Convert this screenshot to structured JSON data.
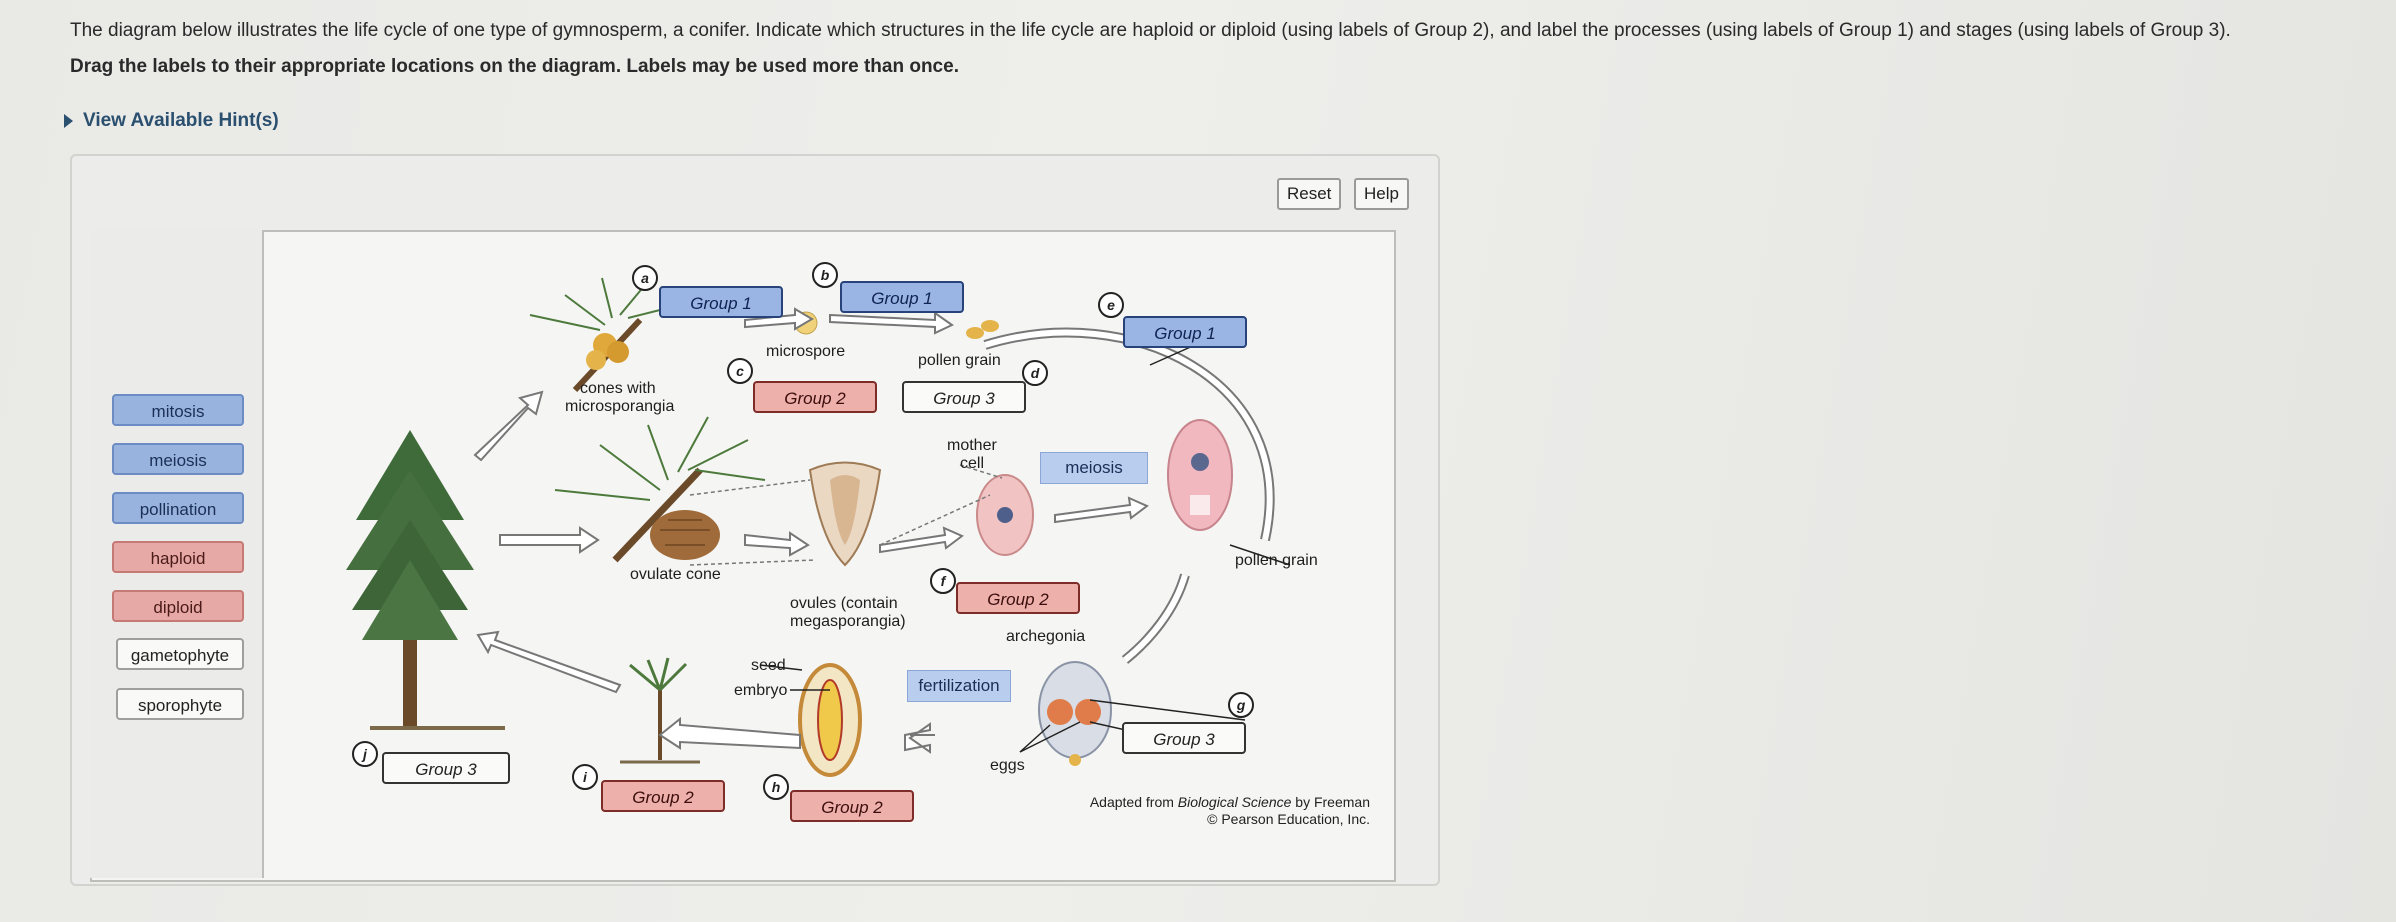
{
  "instructions": {
    "line1": "The diagram below illustrates the life cycle of one type of gymnosperm, a conifer. Indicate which structures in the life cycle are haploid or diploid (using labels of Group 2), and label the processes (using labels of Group 1) and stages (using labels of Group 3).",
    "line2": "Drag the labels to their appropriate locations on the diagram. Labels may be used more than once."
  },
  "hint": {
    "label": "View Available Hint(s)"
  },
  "toolbar": {
    "reset": "Reset",
    "help": "Help"
  },
  "label_bank": [
    {
      "text": "mitosis",
      "group": "Group 1"
    },
    {
      "text": "meiosis",
      "group": "Group 1"
    },
    {
      "text": "pollination",
      "group": "Group 1"
    },
    {
      "text": "haploid",
      "group": "Group 2"
    },
    {
      "text": "diploid",
      "group": "Group 2"
    },
    {
      "text": "gametophyte",
      "group": "Group 3"
    },
    {
      "text": "sporophyte",
      "group": "Group 3"
    }
  ],
  "markers": {
    "a": "a",
    "b": "b",
    "c": "c",
    "d": "d",
    "e": "e",
    "f": "f",
    "g": "g",
    "h": "h",
    "i": "i",
    "j": "j"
  },
  "targets": {
    "a": "Group 1",
    "b": "Group 1",
    "c": "Group 2",
    "d": "Group 3",
    "e": "Group 1",
    "f": "Group 2",
    "g": "Group 3",
    "h": "Group 2",
    "i": "Group 2",
    "j": "Group 3"
  },
  "placed": {
    "meiosis": "meiosis",
    "fertilization": "fertilization"
  },
  "captions": {
    "cones_micro_1": "cones with",
    "cones_micro_2": "microsporangia",
    "microspore": "microspore",
    "pollen_grain_top": "pollen grain",
    "mother_cell_1": "mother",
    "mother_cell_2": "cell",
    "pollen_grain_right": "pollen grain",
    "ovulate_cone": "ovulate cone",
    "ovules_1": "ovules (contain",
    "ovules_2": "megasporangia)",
    "archegonia": "archegonia",
    "seed": "seed",
    "embryo": "embryo",
    "eggs": "eggs"
  },
  "credit": {
    "line1_prefix": "Adapted from ",
    "line1_title": "Biological Science",
    "line1_suffix": " by Freeman",
    "line2": "© Pearson Education, Inc."
  },
  "colors": {
    "group1_blue": "#98b4de",
    "group2_red": "#e6a9a5",
    "group3_white": "#f9f9f7",
    "hint_link": "#2a4f6f"
  }
}
